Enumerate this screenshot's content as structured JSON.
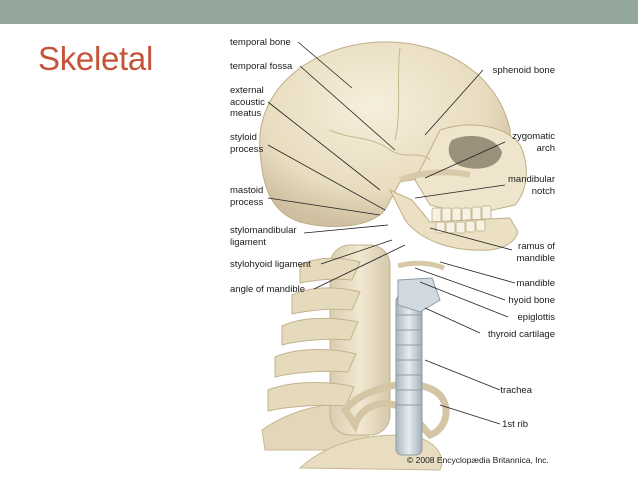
{
  "slide": {
    "title": "Skeletal"
  },
  "colors": {
    "topbar": "#94a79c",
    "title": "#c4553a",
    "bone": "#ece1c6",
    "bone_shadow": "#cdbf9f",
    "cartilage": "#c9d2d8",
    "leader": "#222222"
  },
  "figure": {
    "labels_left": [
      "temporal bone",
      "temporal fossa",
      "external\nacoustic\nmeatus",
      "styloid\nprocess",
      "mastoid\nprocess",
      "stylomandibular\nligament",
      "stylohyoid ligament",
      "angle of mandible"
    ],
    "labels_right": [
      "sphenoid bone",
      "zygomatic\narch",
      "mandibular\nnotch",
      "ramus of\nmandible",
      "mandible",
      "hyoid bone",
      "epiglottis",
      "thyroid cartilage",
      "trachea",
      "1st rib"
    ],
    "credit": "© 2008 Encyclopædia Britannica, Inc."
  }
}
